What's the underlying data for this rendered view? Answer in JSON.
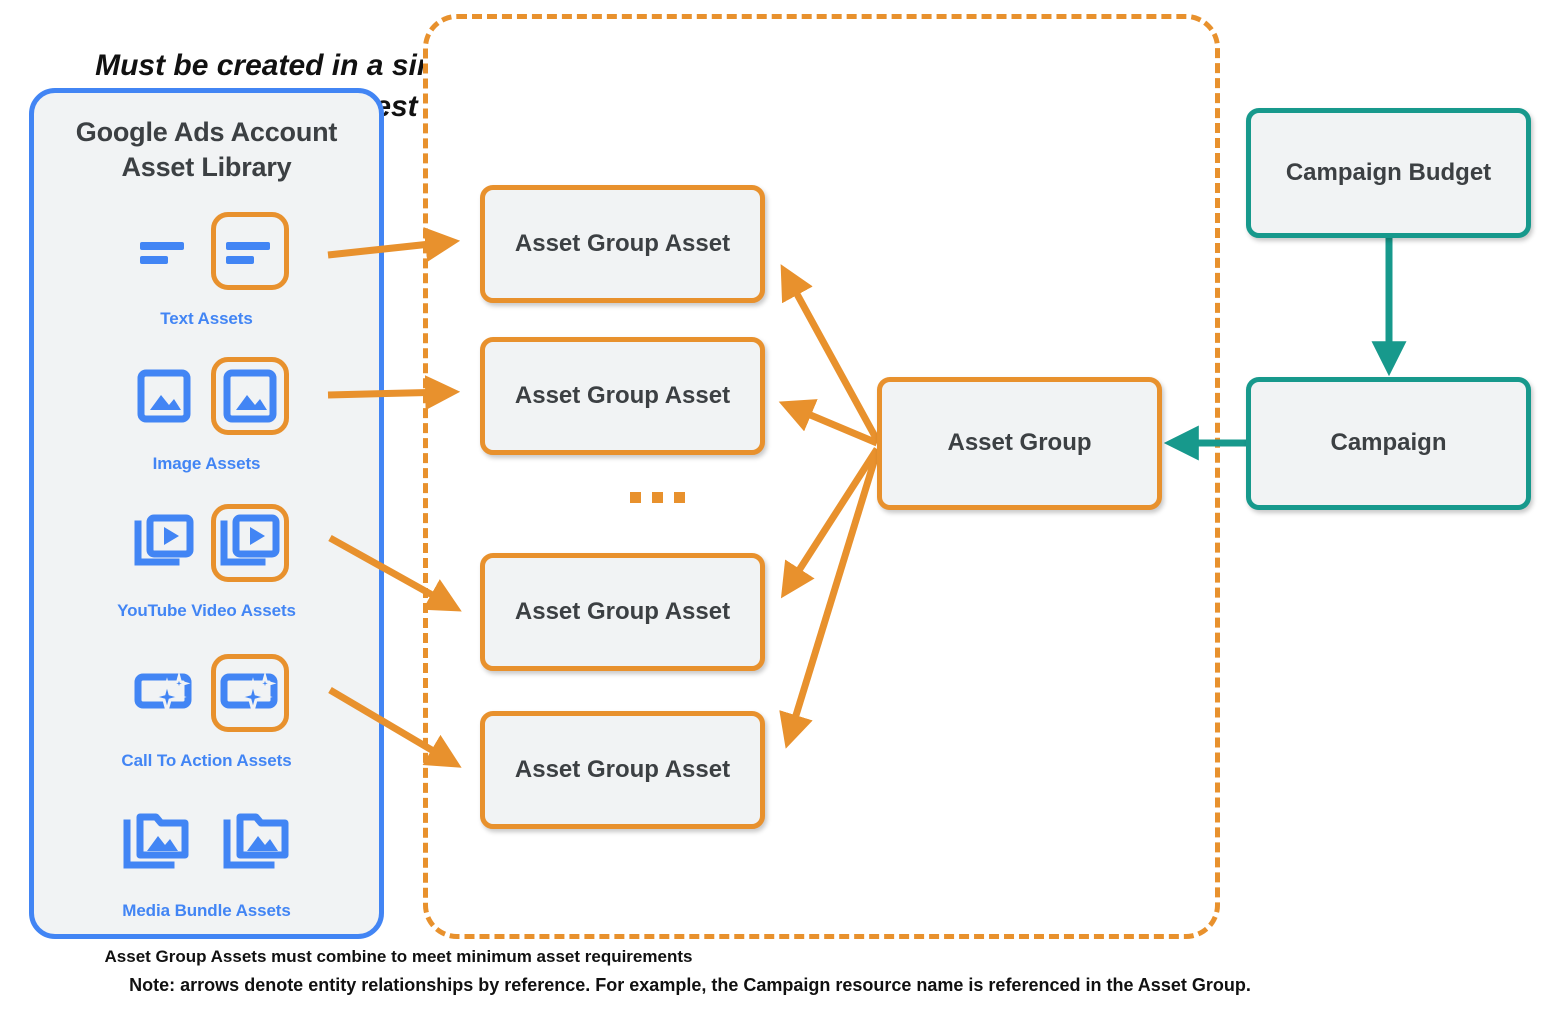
{
  "diagram": {
    "bottom_note": "Note: arrows denote entity relationships by reference. For example, the Campaign resource name is referenced in the Asset Group."
  },
  "asset_library": {
    "title_line1": "Google Ads Account",
    "title_line2": "Asset Library",
    "border_color": "#4285f4",
    "fill_color": "#f1f3f4",
    "items": [
      {
        "label": "Text Assets",
        "icon": "text-lines-icon",
        "highlighted": true
      },
      {
        "label": "Image Assets",
        "icon": "image-icon",
        "highlighted": true
      },
      {
        "label": "YouTube Video  Assets",
        "icon": "video-stack-icon",
        "highlighted": true
      },
      {
        "label": "Call To Action Assets",
        "icon": "call-to-action-icon",
        "highlighted": true
      },
      {
        "label": "Media Bundle  Assets",
        "icon": "media-bundle-icon",
        "highlighted": false
      }
    ]
  },
  "mutate_region": {
    "title_line1": "Must be created in a single mutate request",
    "title_line2": "or request will fail",
    "footnote": "Asset Group Assets must combine to meet minimum asset requirements",
    "border_color": "#e8912d",
    "ellipsis": "..."
  },
  "nodes": {
    "asset_group_assets": [
      {
        "label": "Asset Group Asset"
      },
      {
        "label": "Asset Group Asset"
      },
      {
        "label": "Asset Group Asset"
      },
      {
        "label": "Asset Group Asset"
      }
    ],
    "asset_group": {
      "label": "Asset Group",
      "color": "#e8912d"
    },
    "campaign_budget": {
      "label": "Campaign Budget",
      "color": "#17998c"
    },
    "campaign": {
      "label": "Campaign",
      "color": "#17998c"
    }
  },
  "colors": {
    "orange": "#e8912d",
    "blue": "#4285f4",
    "teal": "#17998c",
    "node_fill": "#f1f3f4",
    "text_dark": "#3c4043"
  }
}
